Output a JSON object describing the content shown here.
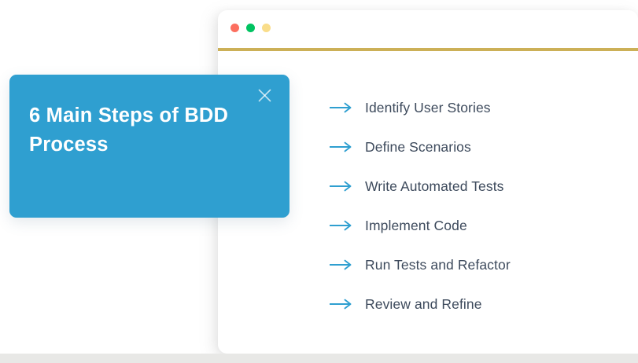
{
  "window": {
    "name": "browser-window-mock",
    "traffic_lights": [
      {
        "name": "close-dot",
        "color": "#fc6f5f"
      },
      {
        "name": "minimize-dot",
        "color": "#00c361"
      },
      {
        "name": "maximize-dot",
        "color": "#f9dd8a"
      }
    ],
    "divider_color": "#ccb057"
  },
  "card": {
    "title": "6 Main Steps of BDD Process",
    "background_color": "#2f9fd0",
    "text_color": "#ffffff",
    "close_icon": "close-x-icon"
  },
  "steps": {
    "arrow_icon": "arrow-right-icon",
    "arrow_color": "#2f9fd0",
    "text_color": "#3d4a5c",
    "items": [
      {
        "label": "Identify User Stories"
      },
      {
        "label": "Define Scenarios"
      },
      {
        "label": "Write Automated Tests"
      },
      {
        "label": "Implement Code"
      },
      {
        "label": "Run Tests and Refactor"
      },
      {
        "label": "Review and Refine"
      }
    ]
  }
}
